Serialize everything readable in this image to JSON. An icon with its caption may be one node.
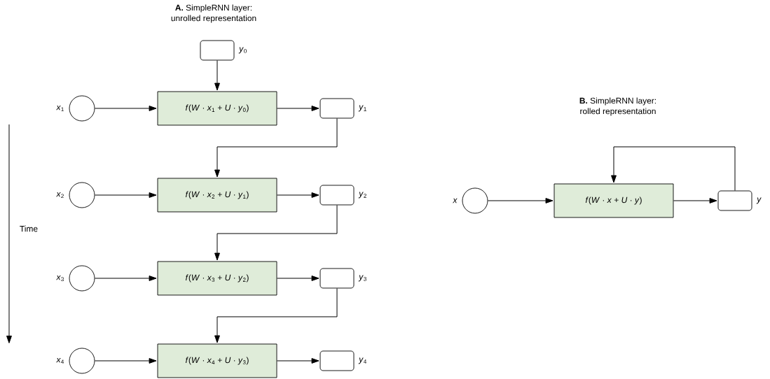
{
  "diagram": {
    "nodes": [
      {
        "text": [],
        "shape": "box",
        "beside": [
          "*y*$_{0}$"
        ]
      },
      {
        "text": [],
        "shape": "circle",
        "beside": [
          "*x*$_{1}$"
        ]
      },
      {
        "text": [
          "*f*(*W* · *x*$_{1}$ + *U* · *y*$_{0}$)"
        ]
      },
      {
        "text": [],
        "shape": "box",
        "beside": [
          "*y*$_{1}$"
        ]
      },
      {
        "text": [],
        "shape": "circle",
        "beside": [
          "*x*$_{2}$"
        ]
      },
      {
        "text": [
          "*f*(*W* · *x*$_{2}$ + *U* · *y*$_{1}$)"
        ]
      },
      {
        "text": [],
        "shape": "box",
        "beside": [
          "*y*$_{2}$"
        ]
      },
      {
        "text": [],
        "shape": "circle",
        "beside": [
          "*x*$_{3}$"
        ]
      },
      {
        "text": [
          "*f*(*W* · *x*$_{3}$ + *U* · *y*$_{2}$)"
        ]
      },
      {
        "text": [],
        "shape": "box",
        "beside": [
          "*y*$_{3}$"
        ]
      },
      {
        "text": [],
        "shape": "circle",
        "beside": [
          "*x*$_{4}$"
        ]
      },
      {
        "text": [
          "*f*(*W* · *x*$_{4}$ + *U* · *y*$_{3}$)"
        ]
      },
      {
        "text": [],
        "shape": "box",
        "beside": [
          "*y*$_{4}$"
        ]
      },
      {
        "text": [],
        "shape": "circle",
        "beside": [
          "*x*"
        ]
      },
      {
        "text": [
          "*f*(*W* · *x* + *U* · *y*)"
        ]
      },
      {
        "text": [],
        "shape": "box",
        "beside": [
          "*y*"
        ]
      }
    ],
    "edges": [
      {
        "from": 0,
        "to": 2,
        "arrow": "to"
      },
      {
        "from": 1,
        "to": 2,
        "arrow": "to"
      },
      {
        "from": 2,
        "to": 3,
        "arrow": "to"
      },
      {
        "from": 3,
        "to": 5,
        "arrow": "to"
      },
      {
        "from": 4,
        "to": 5,
        "arrow": "to"
      },
      {
        "from": 5,
        "to": 6,
        "arrow": "to"
      },
      {
        "from": 6,
        "to": 8,
        "arrow": "to"
      },
      {
        "from": 7,
        "to": 8,
        "arrow": "to"
      },
      {
        "from": 8,
        "to": 9,
        "arrow": "to"
      },
      {
        "from": 9,
        "to": 11,
        "arrow": "to"
      },
      {
        "from": 10,
        "to": 11,
        "arrow": "to"
      },
      {
        "from": 11,
        "to": 12,
        "arrow": "to"
      },
      {
        "from": 13,
        "to": 14,
        "arrow": "to"
      },
      {
        "from": 14,
        "to": 15,
        "arrow": "to"
      },
      {
        "from": 15,
        "to": 14,
        "arrow": "to"
      }
    ],
    "labels": [
      "**A.** SimpleRNN layer:",
      "unrolled representation",
      "Time",
      "**B.** SimpleRNN layer:",
      "rolled representation"
    ]
  }
}
